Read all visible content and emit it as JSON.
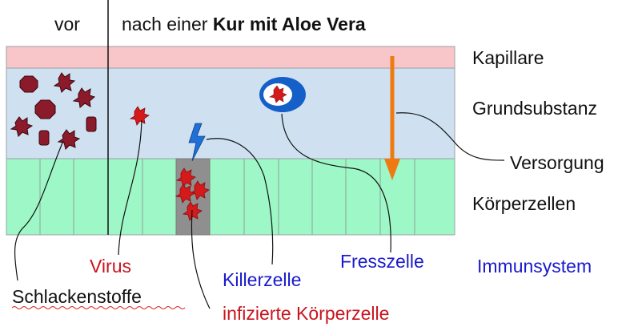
{
  "header": {
    "before": "vor",
    "after_prefix": "nach einer ",
    "after_bold": "Kur mit Aloe Vera"
  },
  "layers": {
    "capillary": "Kapillare",
    "ground_substance": "Grundsubstanz",
    "supply": "Versorgung",
    "body_cells": "Körperzellen"
  },
  "labels": {
    "virus": "Virus",
    "waste": "Schlackenstoffe",
    "killer_cell": "Killerzelle",
    "infected_cell": "infizierte Körperzelle",
    "phagocyte": "Fresszelle",
    "immune_system": "Immunsystem"
  },
  "colors": {
    "capillary": "#f8c6c8",
    "ground_substance": "#cfe1f0",
    "body_cells": "#9ef7c6",
    "infected_cell": "#8f8f8f",
    "waste": "#8b1a2a",
    "virus": "#d41a1a",
    "killer_cell": "#1f6fd6",
    "phagocyte": "#1560c8",
    "supply_arrow": "#f07a12",
    "label_red": "#c8141e",
    "label_blue": "#1a1acc"
  }
}
